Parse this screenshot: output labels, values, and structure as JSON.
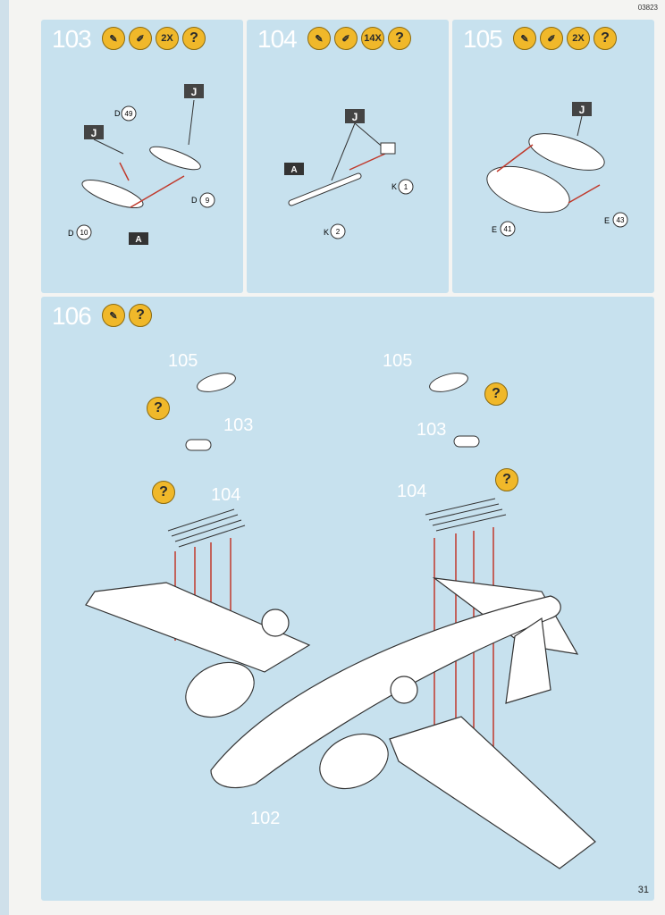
{
  "doc_code": "03823",
  "page_number": "31",
  "steps": [
    {
      "number": "103",
      "count": "2X",
      "help": "?",
      "flag": "J",
      "ref_label": "A",
      "parts": [
        {
          "letter": "D",
          "number": "49"
        },
        {
          "letter": "D",
          "number": "9"
        },
        {
          "letter": "D",
          "number": "10"
        }
      ]
    },
    {
      "number": "104",
      "count": "14X",
      "help": "?",
      "flag": "J",
      "ref_label": "A",
      "parts": [
        {
          "letter": "K",
          "number": "1"
        },
        {
          "letter": "K",
          "number": "2"
        }
      ]
    },
    {
      "number": "105",
      "count": "2X",
      "help": "?",
      "flag": "J",
      "parts": [
        {
          "letter": "E",
          "number": "41"
        },
        {
          "letter": "E",
          "number": "43"
        }
      ]
    },
    {
      "number": "106",
      "help": "?",
      "callouts": [
        "105",
        "103",
        "104",
        "105",
        "103",
        "104",
        "102"
      ],
      "help_markers": [
        "?",
        "?",
        "?",
        "?"
      ]
    }
  ]
}
